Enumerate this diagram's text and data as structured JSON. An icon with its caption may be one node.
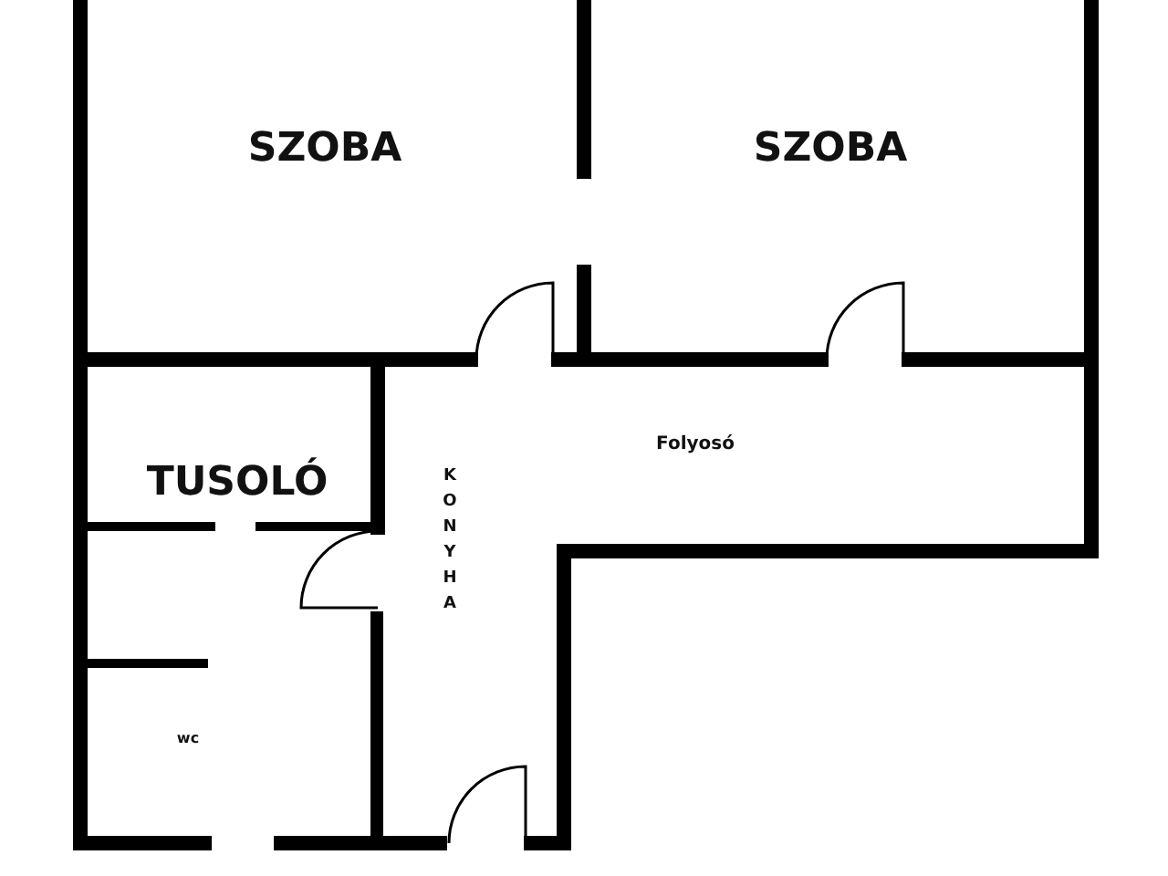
{
  "diagram": {
    "labels": [
      "SZOBA",
      "SZOBA",
      "TUSOLÓ",
      "KONYHA",
      "Folyosó",
      "wc"
    ]
  }
}
